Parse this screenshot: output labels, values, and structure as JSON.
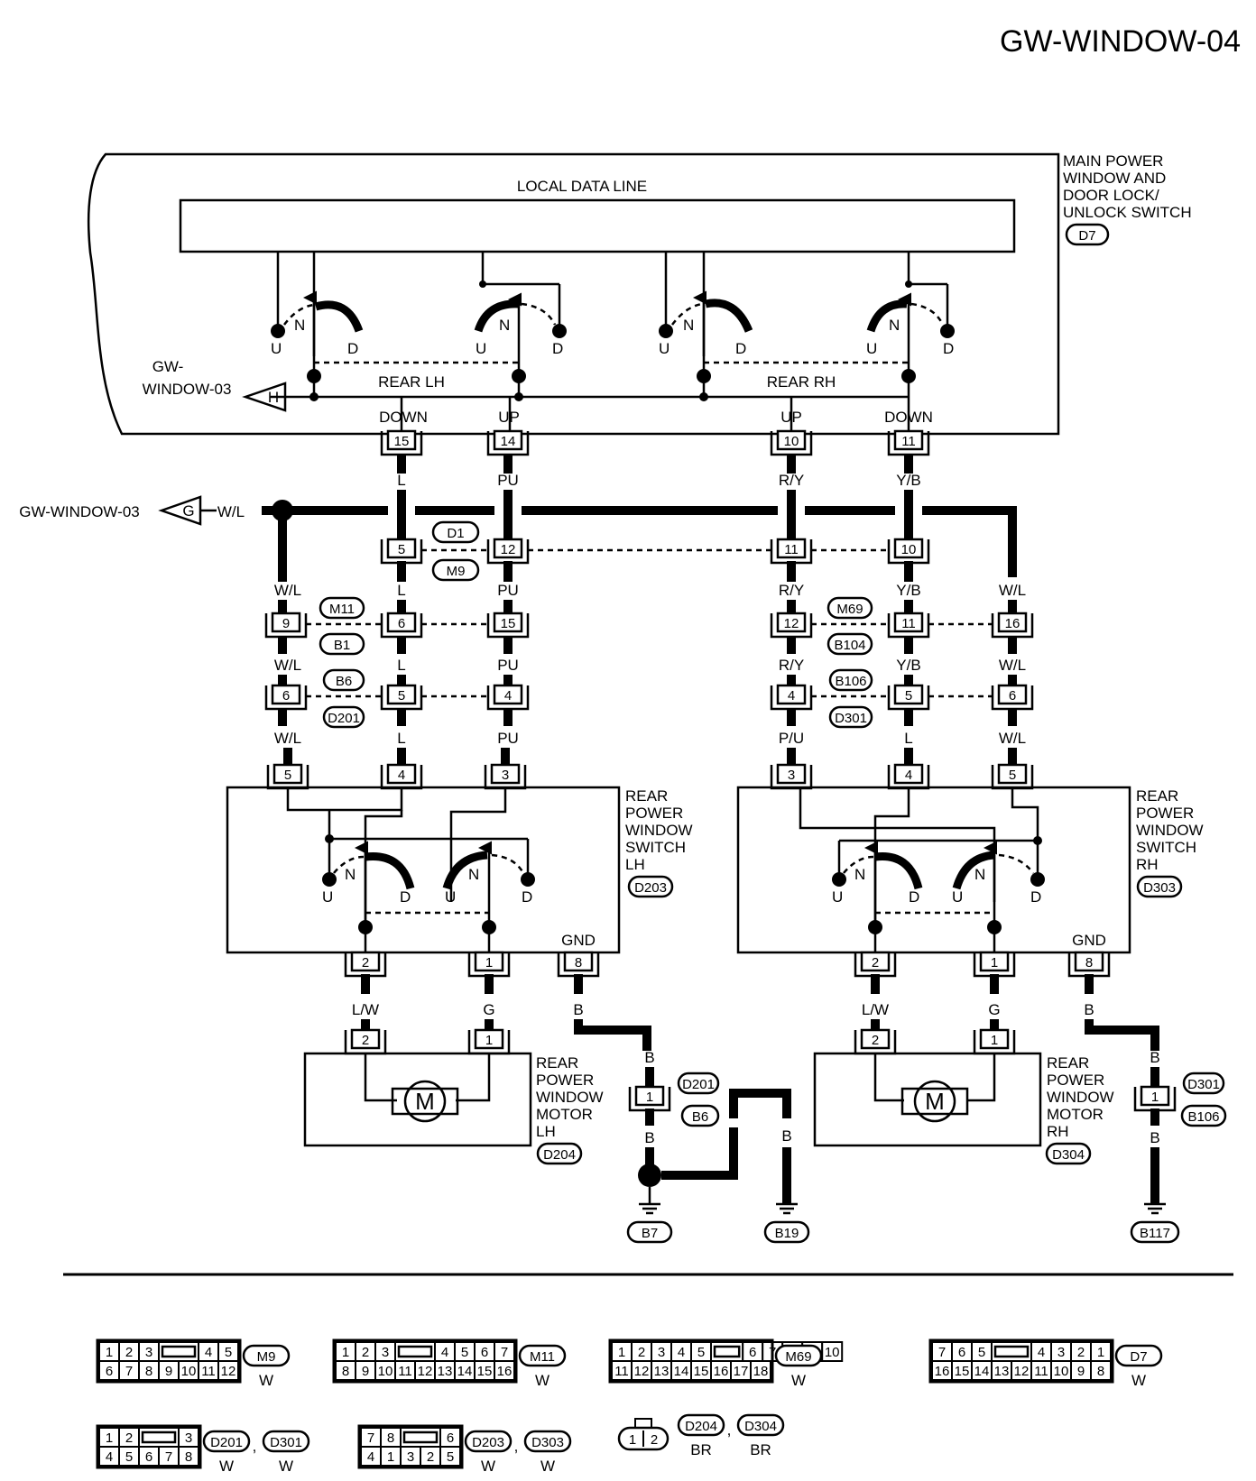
{
  "page_id": "GW-WINDOW-04",
  "main_switch": {
    "bus_label": "LOCAL DATA LINE",
    "name_lines": [
      "MAIN POWER",
      "WINDOW AND",
      "DOOR LOCK/",
      "UNLOCK SWITCH"
    ],
    "connector": "D7",
    "rear_lh": "REAR LH",
    "rear_rh": "REAR RH",
    "ref_top": [
      "GW-",
      "WINDOW-03"
    ],
    "ref_top_symbol": "H",
    "sw_u": "U",
    "sw_n": "N",
    "sw_d": "D",
    "pins": [
      {
        "dir": "DOWN",
        "pin": "15",
        "color": "L"
      },
      {
        "dir": "UP",
        "pin": "14",
        "color": "PU"
      },
      {
        "dir": "UP",
        "pin": "10",
        "color": "R/Y"
      },
      {
        "dir": "DOWN",
        "pin": "11",
        "color": "Y/B"
      }
    ]
  },
  "feed": {
    "ref": "GW-WINDOW-03",
    "symbol": "G",
    "color": "W/L"
  },
  "row1": {
    "tag_top": "D1",
    "tag_bottom": "M9",
    "pins": [
      "5",
      "12",
      "11",
      "10"
    ]
  },
  "row2": {
    "colors": [
      "W/L",
      "L",
      "PU",
      "R/Y",
      "Y/B",
      "W/L"
    ],
    "left_tags": [
      "M11",
      "B1"
    ],
    "right_tags": [
      "M69",
      "B104"
    ],
    "pins": [
      "9",
      "6",
      "15",
      "12",
      "11",
      "16"
    ]
  },
  "row3": {
    "colors": [
      "W/L",
      "L",
      "PU",
      "R/Y",
      "Y/B",
      "W/L"
    ],
    "left_tags": [
      "B6",
      "D201"
    ],
    "right_tags": [
      "B106",
      "D301"
    ],
    "pins": [
      "6",
      "5",
      "4",
      "4",
      "5",
      "6"
    ]
  },
  "row4": {
    "colors": [
      "W/L",
      "L",
      "PU",
      "P/U",
      "L",
      "W/L"
    ],
    "pins": [
      "5",
      "4",
      "3",
      "3",
      "4",
      "5"
    ]
  },
  "switch_lh": {
    "name_lines": [
      "REAR",
      "POWER",
      "WINDOW",
      "SWITCH",
      "LH"
    ],
    "connector": "D203",
    "gnd": "GND",
    "pins": [
      "2",
      "1",
      "8"
    ]
  },
  "switch_rh": {
    "name_lines": [
      "REAR",
      "POWER",
      "WINDOW",
      "SWITCH",
      "RH"
    ],
    "connector": "D303",
    "gnd": "GND",
    "pins": [
      "2",
      "1",
      "8"
    ]
  },
  "motor_wires": {
    "lh": [
      "L/W",
      "G",
      "B"
    ],
    "rh": [
      "L/W",
      "G",
      "B"
    ]
  },
  "motor_lh": {
    "name_lines": [
      "REAR",
      "POWER",
      "WINDOW",
      "MOTOR",
      "LH"
    ],
    "connector": "D204",
    "symbol": "M",
    "pins": [
      "2",
      "1"
    ]
  },
  "motor_rh": {
    "name_lines": [
      "REAR",
      "POWER",
      "WINDOW",
      "MOTOR",
      "RH"
    ],
    "connector": "D304",
    "symbol": "M",
    "pins": [
      "2",
      "1"
    ]
  },
  "ground_lh": {
    "wire": "B",
    "pin": "1",
    "tags": [
      "D201",
      "B6"
    ],
    "grounds": [
      "B7",
      "B19"
    ]
  },
  "ground_rh": {
    "wire": "B",
    "pin": "1",
    "tags": [
      "D301",
      "B106"
    ],
    "grounds": [
      "B117"
    ]
  },
  "connectors": [
    {
      "id": "M9",
      "color": "W",
      "top": [
        "1",
        "2",
        "3",
        "",
        "4",
        "5"
      ],
      "bottom": [
        "6",
        "7",
        "8",
        "9",
        "10",
        "11",
        "12"
      ]
    },
    {
      "id": "M11",
      "color": "W",
      "top": [
        "1",
        "2",
        "3",
        "",
        "4",
        "5",
        "6",
        "7"
      ],
      "bottom": [
        "8",
        "9",
        "10",
        "11",
        "12",
        "13",
        "14",
        "15",
        "16"
      ]
    },
    {
      "id": "M69",
      "color": "W",
      "top": [
        "1",
        "2",
        "3",
        "4",
        "5",
        "",
        "6",
        "7",
        "8",
        "9",
        "10"
      ],
      "bottom": [
        "11",
        "12",
        "13",
        "14",
        "15",
        "16",
        "17",
        "18"
      ]
    },
    {
      "id": "D7",
      "color": "W",
      "top": [
        "7",
        "6",
        "5",
        "",
        "4",
        "3",
        "2",
        "1"
      ],
      "bottom": [
        "16",
        "15",
        "14",
        "13",
        "12",
        "11",
        "10",
        "9",
        "8"
      ]
    },
    {
      "id": "D201",
      "id2": "D301",
      "color": "W",
      "top": [
        "1",
        "2",
        "",
        "3"
      ],
      "bottom": [
        "4",
        "5",
        "6",
        "7",
        "8"
      ]
    },
    {
      "id": "D203",
      "id2": "D303",
      "color": "W",
      "top": [
        "7",
        "8",
        "",
        "6"
      ],
      "bottom": [
        "4",
        "1",
        "3",
        "2",
        "5"
      ]
    },
    {
      "id": "D204",
      "id2": "D304",
      "color": "BR",
      "top": [],
      "bottom": [
        "1",
        "2"
      ]
    }
  ]
}
